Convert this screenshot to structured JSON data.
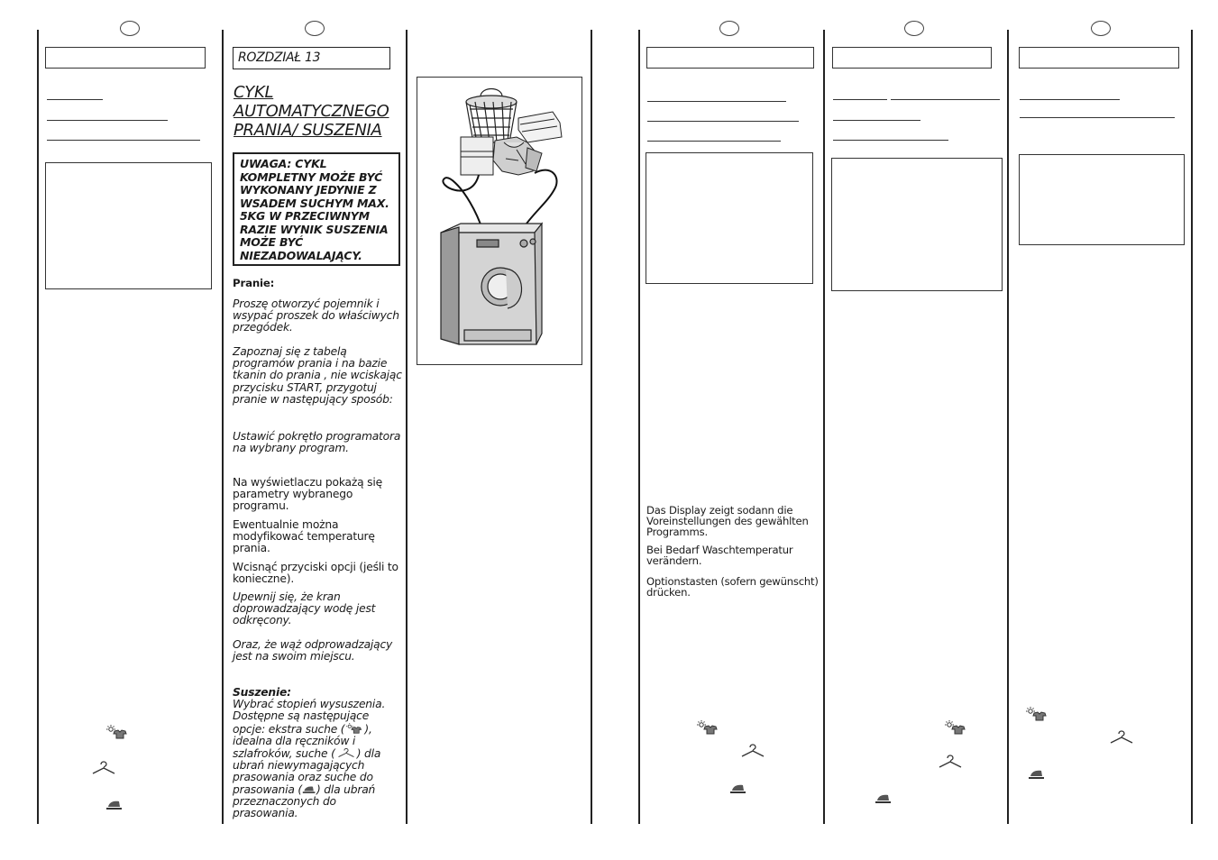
{
  "chapter": {
    "heading": "ROZDZIAŁ 13",
    "title": "CYKL AUTOMATYCZNEGO PRANIA/ SUSZENIA"
  },
  "warning": "UWAGA: CYKL KOMPLETNY MOŻE BYĆ WYKONANY JEDYNIE Z WSADEM SUCHYM MAX. 5KG W PRZECIWNYM RAZIE WYNIK SUSZENIA MOŻE BYĆ NIEZADOWALAJĄCY.",
  "polish": {
    "washing_heading": "Pranie:",
    "p1": "Proszę otworzyć pojemnik i wsypać proszek do właściwych przegódek.",
    "p2": "Zapoznaj się z tabelą programów prania i na bazie tkanin do prania , nie wciskając przycisku START, przygotuj pranie w następujący sposób:",
    "p3": "Ustawić pokrętło programatora na wybrany program.",
    "p4": "Na wyświetlaczu pokażą się parametry wybranego programu.",
    "p5": "Ewentualnie można modyfikować temperaturę prania.",
    "p6": "Wcisnąć  przyciski opcji (jeśli to konieczne).",
    "p7": "Upewnij się, że kran doprowadzający wodę jest odkręcony.",
    "p8": "Oraz, że wąż odprowadzający jest na swoim miejscu.",
    "drying_heading": "Suszenie:",
    "drying_a": "Wybrać stopień wysuszenia. Dostępne są następujące opcje: ekstra suche (",
    "drying_b": "), idealna dla ręczników i szlafroków, suche (",
    "drying_c": ") dla ubrań niewymagających prasowania oraz suche do prasowania (",
    "drying_d": ") dla ubrań przeznaczonych do prasowania."
  },
  "german": {
    "p1": "Das Display zeigt sodann die Voreinstellungen des gewählten Programms.",
    "p2": "Bei Bedarf Waschtemperatur verändern.",
    "p3": "Optionstasten (sofern gewünscht) drücken."
  },
  "icons": [
    "extra-dry-icon",
    "hanger-icon",
    "iron-icon",
    "laundry-basket-icon",
    "washing-machine-icon"
  ]
}
